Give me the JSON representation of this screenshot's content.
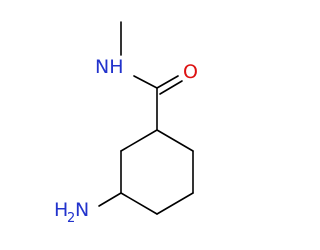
{
  "atoms": {
    "amide_n": {
      "text": "NH",
      "color": "#2233cc"
    },
    "carbonyl_o": {
      "text": "O",
      "color": "#dd1111"
    },
    "amine_n": {
      "text": "H",
      "subscript": "2",
      "suffix": "N",
      "color": "#2233cc"
    }
  },
  "colors": {
    "bond": "#000000",
    "nitrogen": "#2233cc",
    "oxygen": "#dd1111"
  }
}
